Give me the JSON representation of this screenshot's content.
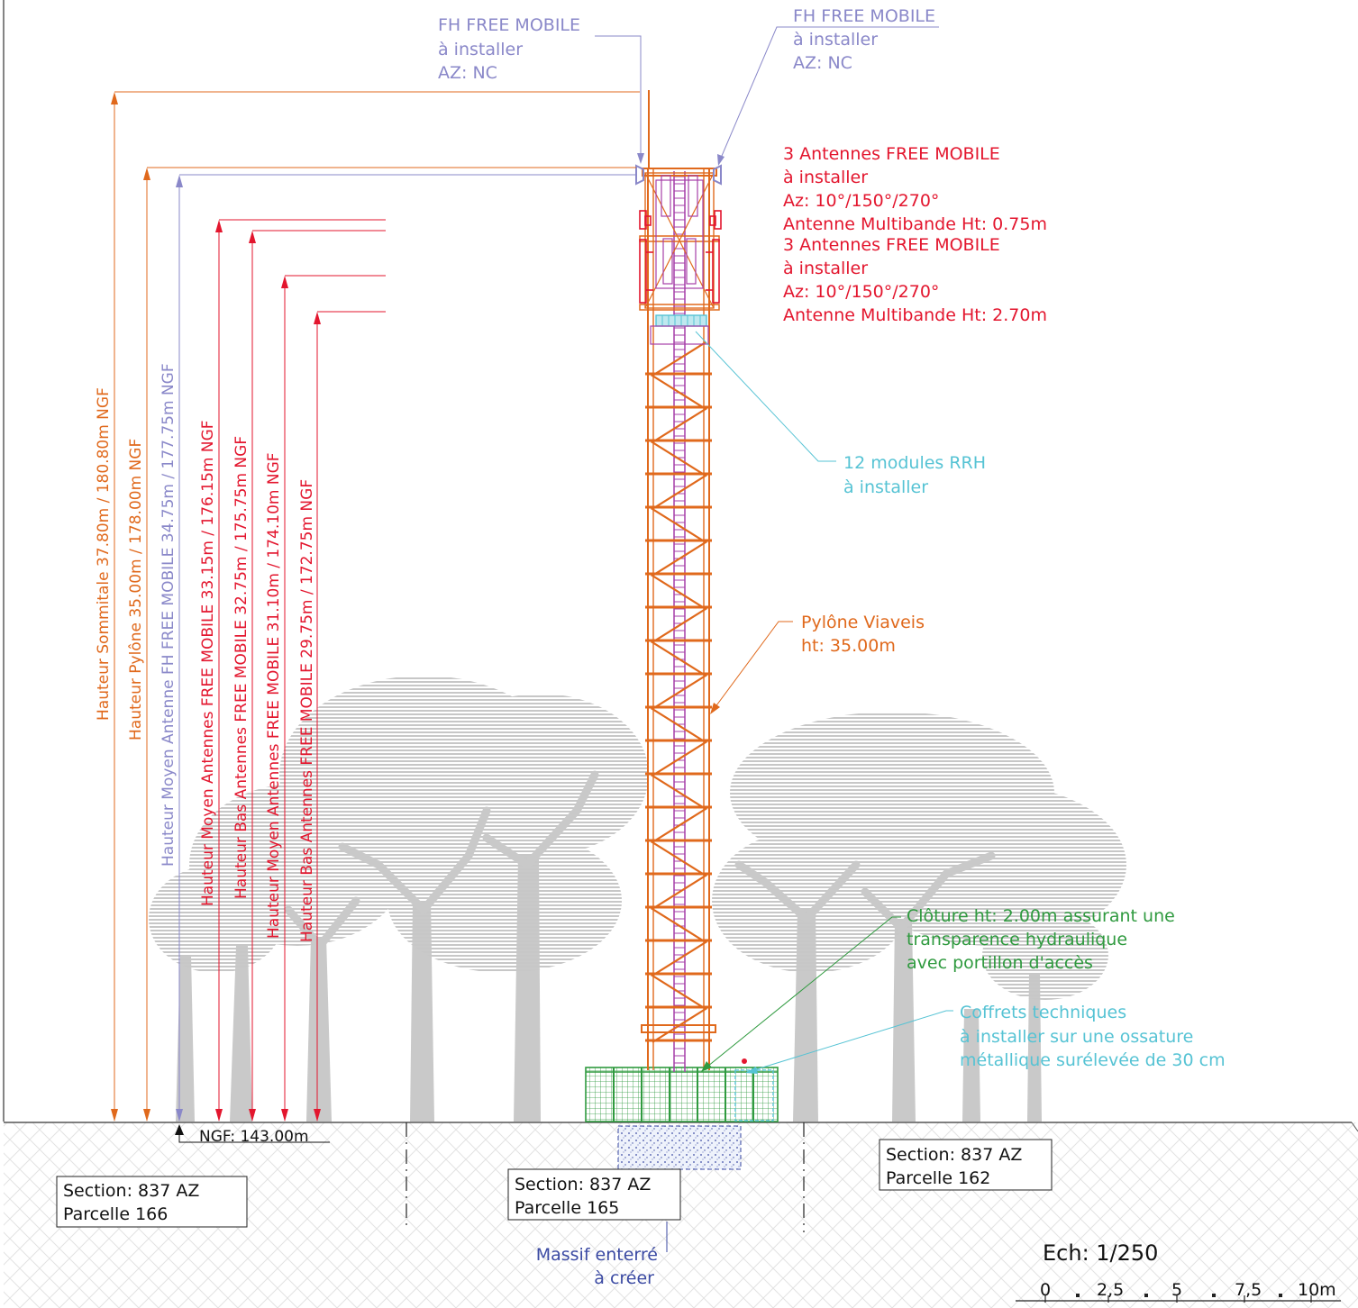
{
  "colors": {
    "orange": "#e0691c",
    "red": "#e3162e",
    "violet": "#8a88c9",
    "cyan": "#56c3d4",
    "green": "#2f9a3f",
    "navy": "#3b4aa3",
    "magenta": "#a63fa8",
    "tree_gray": "#c8c8c8"
  },
  "fh_left": {
    "line1": "FH FREE MOBILE",
    "line2": "à installer",
    "line3": "AZ: NC"
  },
  "fh_right": {
    "line1": "FH FREE MOBILE",
    "line2": "à installer",
    "line3": "AZ: NC"
  },
  "antennas_top": {
    "line1": "3 Antennes FREE MOBILE",
    "line2": "à installer",
    "line3": "Az: 10°/150°/270°",
    "line4": "Antenne Multibande Ht: 0.75m"
  },
  "antennas_bottom": {
    "line1": "3 Antennes FREE MOBILE",
    "line2": "à installer",
    "line3": "Az: 10°/150°/270°",
    "line4": "Antenne Multibande Ht: 2.70m"
  },
  "rrh": {
    "line1": "12 modules RRH",
    "line2": "à installer"
  },
  "pylone": {
    "line1": "Pylône Viaveis",
    "line2": "ht: 35.00m"
  },
  "cloture": {
    "line1": "Clôture ht: 2.00m assurant une",
    "line2": "transparence hydraulique",
    "line3": "avec portillon d'accès"
  },
  "coffrets": {
    "line1": "Coffrets techniques",
    "line2": "à installer sur une ossature",
    "line3": "métallique surélevée de 30 cm"
  },
  "heights": [
    "Hauteur Sommitale 37.80m / 180.80m NGF",
    "Hauteur Pylône 35.00m / 178.00m NGF",
    "Hauteur Moyen Antenne FH FREE MOBILE 34.75m / 177.75m NGF",
    "Hauteur Moyen Antennes FREE MOBILE 33.15m / 176.15m NGF",
    "Hauteur Bas Antennes FREE MOBILE 32.75m / 175.75m NGF",
    "Hauteur Moyen Antennes FREE MOBILE 31.10m / 174.10m NGF",
    "Hauteur Bas Antennes FREE MOBILE 29.75m / 172.75m NGF"
  ],
  "ngf": "NGF: 143.00m",
  "parcels": {
    "p166": {
      "line1": "Section: 837 AZ",
      "line2": "Parcelle 166"
    },
    "p165": {
      "line1": "Section: 837 AZ",
      "line2": "Parcelle 165"
    },
    "p162": {
      "line1": "Section: 837 AZ",
      "line2": "Parcelle 162"
    }
  },
  "massif": {
    "line1": "Massif enterré",
    "line2": "à créer"
  },
  "scale": {
    "label": "Ech: 1/250",
    "ticks": [
      "0",
      "2,5",
      "5",
      "7,5",
      "10m"
    ]
  }
}
